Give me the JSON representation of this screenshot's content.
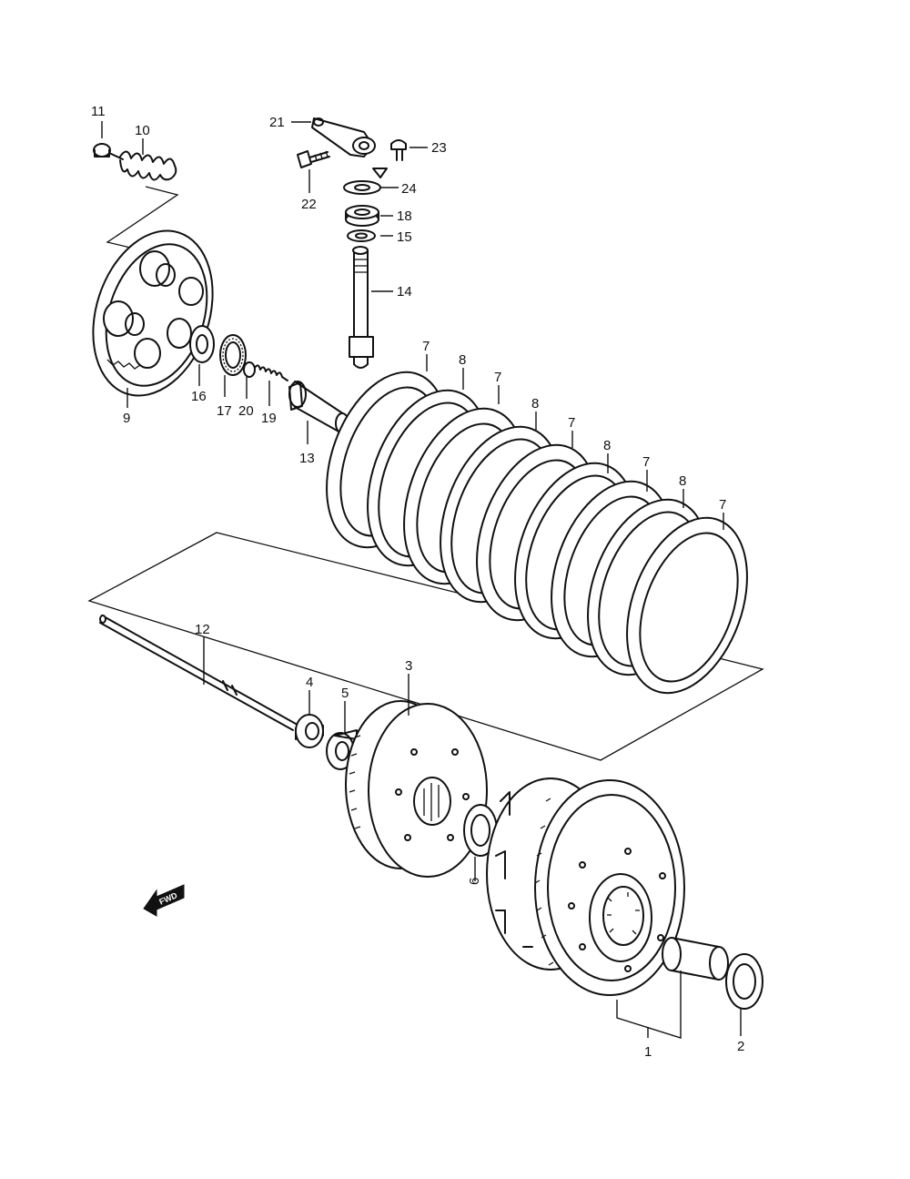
{
  "labels": {
    "p1": "1",
    "p2": "2",
    "p3": "3",
    "p4": "4",
    "p5": "5",
    "p6": "6",
    "p7": "7",
    "p8": "8",
    "p9": "9",
    "p10": "10",
    "p11": "11",
    "p12": "12",
    "p13": "13",
    "p14": "14",
    "p15": "15",
    "p16": "16",
    "p17": "17",
    "p18": "18",
    "p19": "19",
    "p20": "20",
    "p21": "21",
    "p22": "22",
    "p23": "23",
    "p24": "24"
  },
  "fwd_arrow": {
    "text": "FWD"
  }
}
